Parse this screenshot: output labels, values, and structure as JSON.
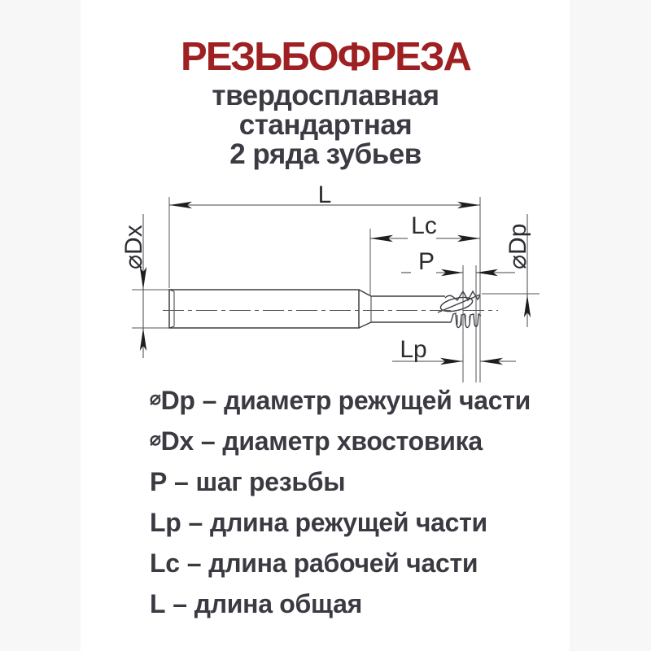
{
  "page": {
    "background_color": "#f7f7f7",
    "panel_color": "#ffffff"
  },
  "header": {
    "title": "РЕЗЬБОФРЕЗА",
    "title_color": "#9e2022",
    "subtitle_color": "#3b3b43",
    "subtitle_lines": [
      "твердосплавная",
      "стандартная",
      "2 ряда зубьев"
    ]
  },
  "diagram": {
    "type": "technical drawing of a carbide thread mill with dimension callouts",
    "line_color": "#3e3e44",
    "labels": {
      "overall_length": "L",
      "working_length": "Lc",
      "thread_pitch": "P",
      "cutting_length": "Lp",
      "shank_diameter": "⌀Dx",
      "cutting_diameter": "⌀Dp"
    }
  },
  "legend": {
    "text_color": "#3a3a42",
    "items": [
      {
        "prefix": "⌀",
        "symbol": "Dp",
        "dash": "–",
        "description": "диаметр режущей части"
      },
      {
        "prefix": "⌀",
        "symbol": "Dx",
        "dash": "–",
        "description": "диаметр хвостовика"
      },
      {
        "prefix": "",
        "symbol": "P",
        "dash": "–",
        "description": "шаг резьбы"
      },
      {
        "prefix": "",
        "symbol": "Lp",
        "dash": "–",
        "description": "длина режущей части"
      },
      {
        "prefix": "",
        "symbol": "Lc",
        "dash": "–",
        "description": "длина рабочей части"
      },
      {
        "prefix": "",
        "symbol": "L",
        "dash": "–",
        "description": "длина общая"
      }
    ]
  }
}
